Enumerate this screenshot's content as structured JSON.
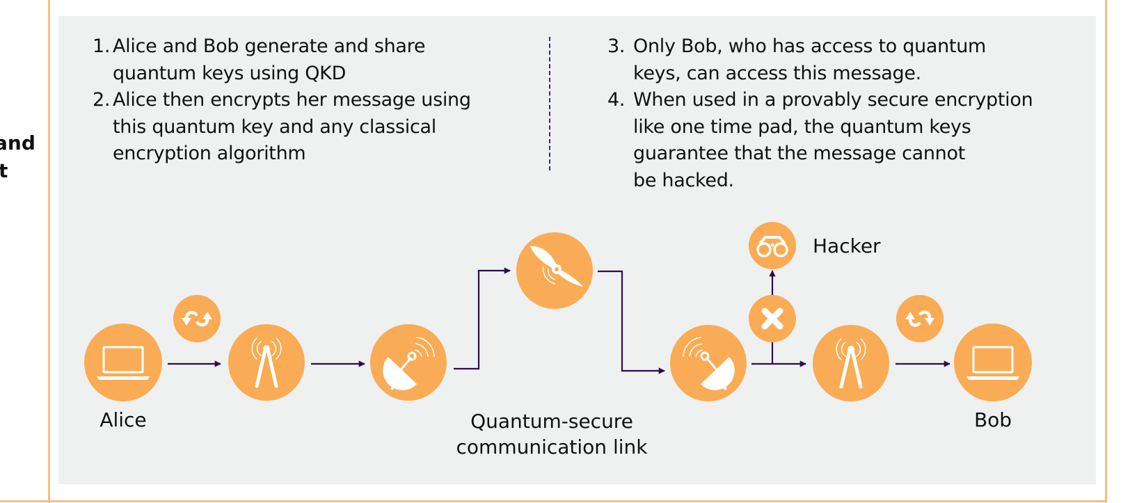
{
  "left_cut_label": {
    "line1": "and",
    "line2": "t"
  },
  "steps_left": [
    {
      "num": "1.",
      "lines": [
        "Alice and Bob generate and share",
        "quantum keys using QKD"
      ]
    },
    {
      "num": "2.",
      "lines": [
        "Alice then encrypts her message using",
        "this quantum key and any classical",
        "encryption algorithm"
      ]
    }
  ],
  "steps_right": [
    {
      "num": "3.",
      "lines": [
        "Only Bob, who has access to quantum",
        "keys, can access this message."
      ]
    },
    {
      "num": "4.",
      "lines": [
        "When used in a provably secure encryption",
        "like one time pad, the quantum keys",
        "guarantee that the message cannot",
        "be hacked."
      ]
    }
  ],
  "labels": {
    "alice": "Alice",
    "bob": "Bob",
    "hacker": "Hacker",
    "link_line1": "Quantum-secure",
    "link_line2": "communication link"
  },
  "nodes": [
    {
      "id": "alice",
      "icon": "laptop-icon"
    },
    {
      "id": "alice-key-exchange",
      "icon": "refresh-icon"
    },
    {
      "id": "tower-1",
      "icon": "antenna-icon"
    },
    {
      "id": "dish-1",
      "icon": "satellite-dish-icon"
    },
    {
      "id": "satellite",
      "icon": "satellite-icon"
    },
    {
      "id": "dish-2",
      "icon": "satellite-dish-icon"
    },
    {
      "id": "blocked",
      "icon": "close-icon"
    },
    {
      "id": "hacker",
      "icon": "binoculars-icon"
    },
    {
      "id": "tower-2",
      "icon": "antenna-icon"
    },
    {
      "id": "bob-key-exchange",
      "icon": "refresh-icon"
    },
    {
      "id": "bob",
      "icon": "laptop-icon"
    }
  ],
  "colors": {
    "accent": "#F9AC55",
    "arrow": "#2E0B4F",
    "panel": "#EFF0F0",
    "frame": "#F9BE80"
  }
}
